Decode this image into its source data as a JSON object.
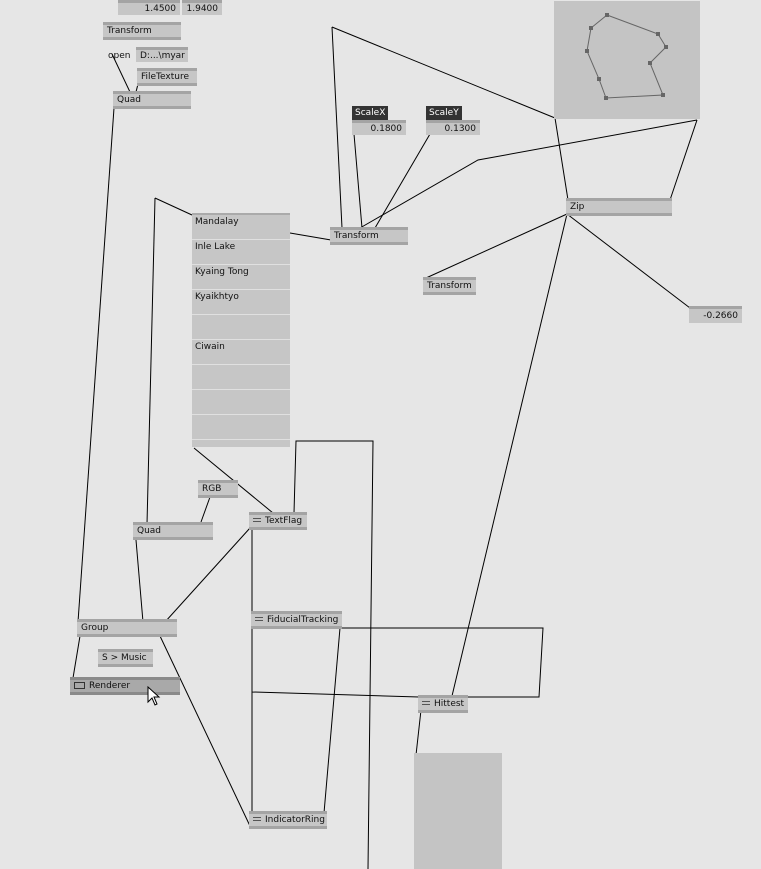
{
  "top_values": {
    "value_a": "1.4500",
    "value_b": "1.9400"
  },
  "nodes": {
    "transform_top": "Transform",
    "open_label": "open",
    "file_path": "D:...\\myar",
    "file_texture": "FileTexture",
    "quad_top": "Quad",
    "scale_x_label": "ScaleX",
    "scale_x_value": "0.1800",
    "scale_y_label": "ScaleY",
    "scale_y_value": "0.1300",
    "transform_mid": "Transform",
    "transform_right": "Transform",
    "zip": "Zip",
    "zip_output": "-0.2660",
    "rgb": "RGB",
    "quad_mid": "Quad",
    "text_flag": "TextFlag",
    "group": "Group",
    "music_send": "S > Music",
    "renderer": "Renderer",
    "fiducial_tracking": "FiducialTracking",
    "hittest": "Hittest",
    "indicator_ring": "IndicatorRing"
  },
  "list": {
    "items": [
      "Mandalay",
      "Inle Lake",
      "Kyaing Tong",
      "Kyaikhtyo",
      "",
      "Ciwain",
      "",
      "",
      ""
    ]
  },
  "colors": {
    "background": "#e6e6e6",
    "node": "#c6c6c6",
    "node_border": "#a4a4a4",
    "wire": "#000000"
  },
  "icons": {
    "cursor": "arrow-pointer-icon",
    "node_menu": "menu-lines-icon"
  }
}
